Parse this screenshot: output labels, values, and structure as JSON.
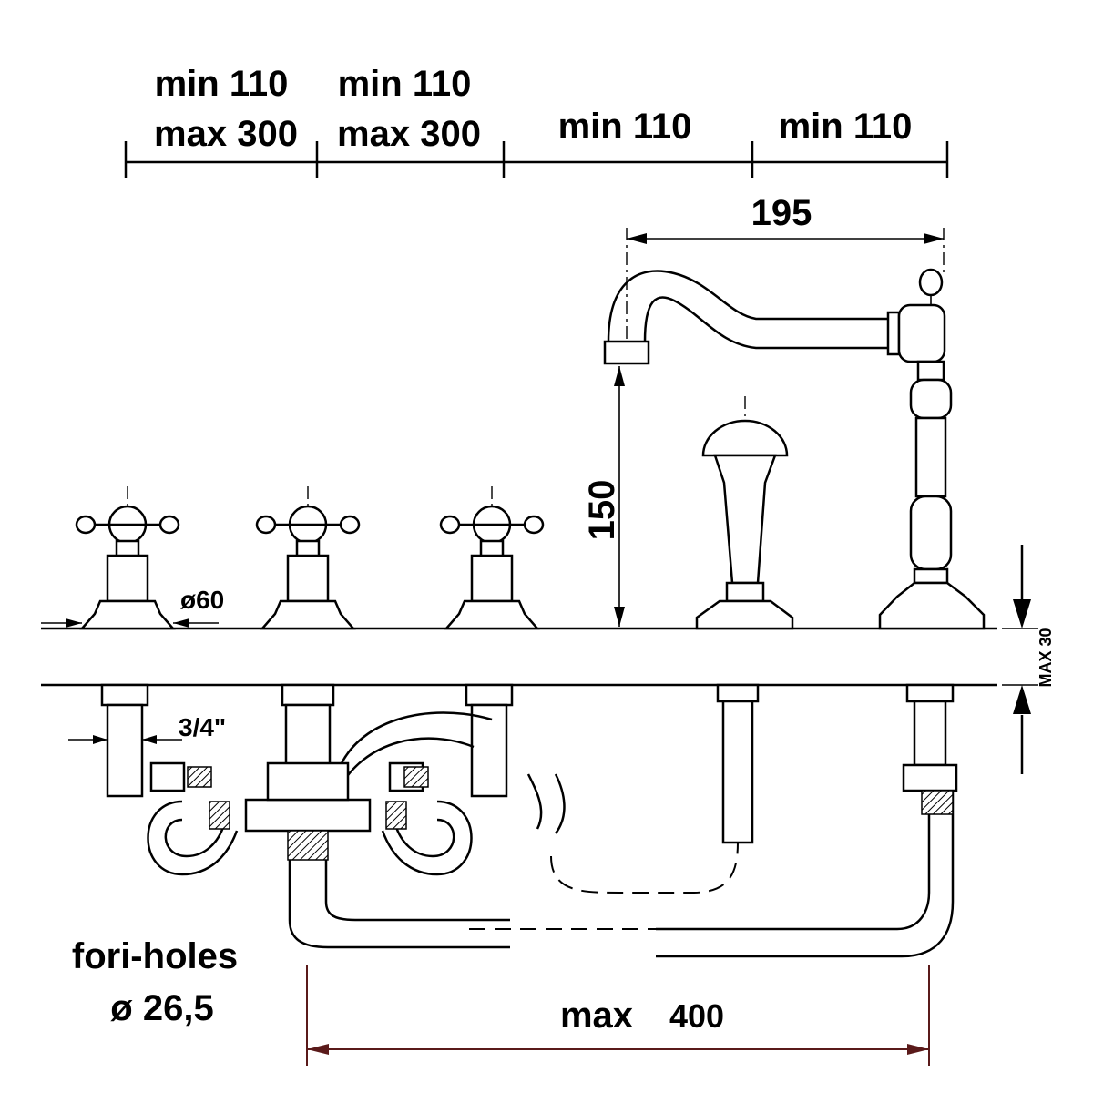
{
  "top_dimensions": [
    {
      "line1": "min 110",
      "line2": "max 300"
    },
    {
      "line1": "min 110",
      "line2": "max 300"
    },
    {
      "line1": "min 110"
    },
    {
      "line1": "min 110"
    }
  ],
  "spout_reach": "195",
  "spout_height": "150",
  "base_diameter": "ø60",
  "deck_thickness": "MAX 30",
  "connection_size": "3/4\"",
  "holes": {
    "line1": "fori-holes",
    "line2": "ø 26,5"
  },
  "bottom_span": {
    "prefix": "max",
    "value": "400"
  }
}
